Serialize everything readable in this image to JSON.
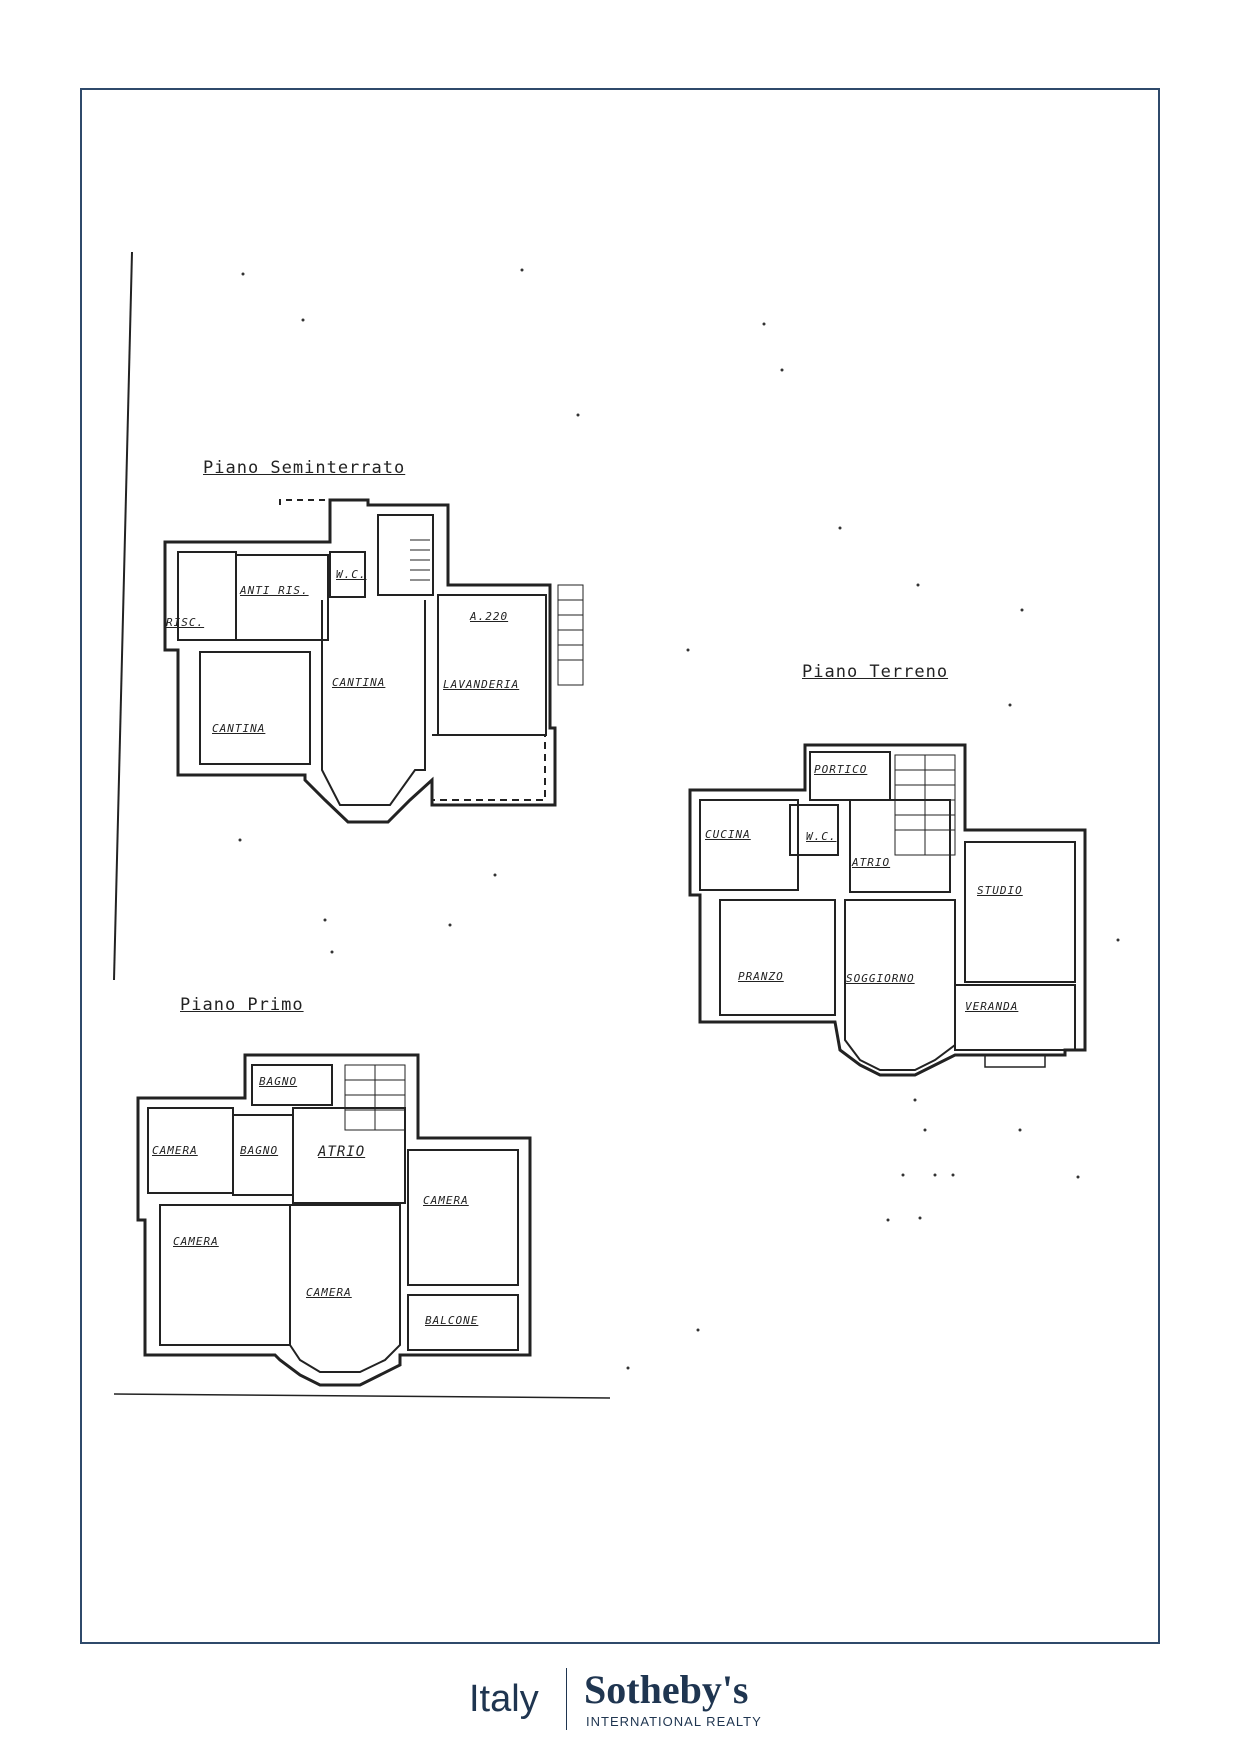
{
  "floors": {
    "seminterrato": {
      "title": "Piano Seminterrato",
      "rooms": [
        "ANTI RIS.",
        "W.C.",
        "RISC.",
        "A.220",
        "CANTINA",
        "LAVANDERIA",
        "CANTINA"
      ]
    },
    "terreno": {
      "title": "Piano Terreno",
      "rooms": [
        "PORTICO",
        "CUCINA",
        "W.C.",
        "ATRIO",
        "STUDIO",
        "PRANZO",
        "SOGGIORNO",
        "VERANDA"
      ]
    },
    "primo": {
      "title": "Piano Primo",
      "rooms": [
        "BAGNO",
        "CAMERA",
        "BAGNO",
        "ATRIO",
        "CAMERA",
        "CAMERA",
        "CAMERA",
        "BALCONE"
      ]
    }
  },
  "footer": {
    "country": "Italy",
    "brand": "Sotheby's",
    "subtitle": "INTERNATIONAL REALTY"
  },
  "colors": {
    "frame": "#2f4a6b",
    "brand": "#1f3550",
    "ink": "#222222"
  }
}
